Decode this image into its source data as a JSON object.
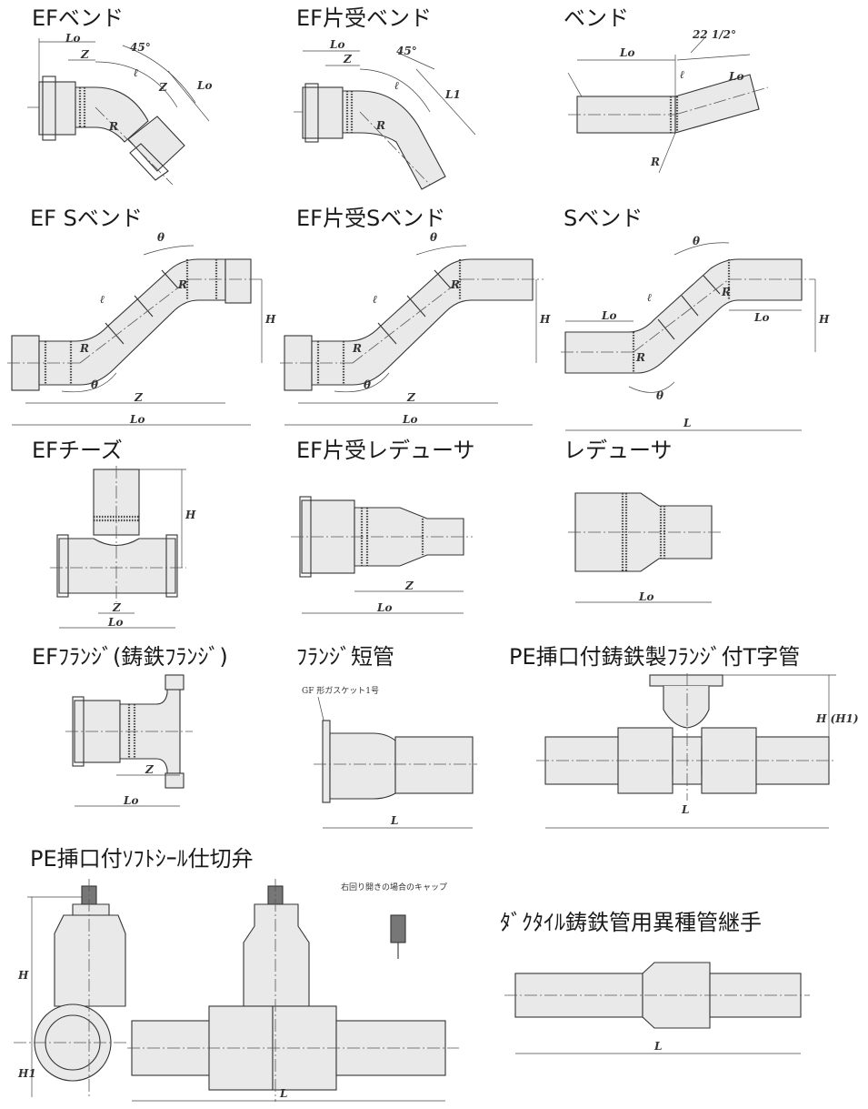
{
  "items": [
    {
      "title": "EFベンド",
      "labels": {
        "lo1": "Lo",
        "z1": "Z",
        "angle": "45°",
        "l": "ℓ",
        "z2": "Z",
        "lo2": "Lo",
        "r": "R"
      }
    },
    {
      "title": "EF片受ベンド",
      "labels": {
        "lo": "Lo",
        "z": "Z",
        "angle": "45°",
        "l": "ℓ",
        "l1": "L1",
        "r": "R"
      }
    },
    {
      "title": "ベンド",
      "labels": {
        "angle": "22 1/2°",
        "lo1": "Lo",
        "l": "ℓ",
        "lo2": "Lo",
        "r": "R"
      }
    },
    {
      "title": "EF Sベンド",
      "labels": {
        "theta1": "θ",
        "l": "ℓ",
        "r1": "R",
        "h": "H",
        "r2": "R",
        "theta2": "θ",
        "z": "Z",
        "lo": "Lo"
      }
    },
    {
      "title": "EF片受Sベンド",
      "labels": {
        "theta1": "θ",
        "l": "ℓ",
        "r1": "R",
        "h": "H",
        "r2": "R",
        "theta2": "θ",
        "z": "Z",
        "lo": "Lo"
      }
    },
    {
      "title": "Sベンド",
      "labels": {
        "theta1": "θ",
        "l": "ℓ",
        "r1": "R",
        "lo1": "Lo",
        "lo2": "Lo",
        "h": "H",
        "r2": "R",
        "theta2": "θ",
        "L": "L"
      }
    },
    {
      "title": "EFチーズ",
      "labels": {
        "h": "H",
        "z": "Z",
        "lo": "Lo"
      }
    },
    {
      "title": "EF片受レデューサ",
      "labels": {
        "z": "Z",
        "lo": "Lo"
      }
    },
    {
      "title": "レデューサ",
      "labels": {
        "lo": "Lo"
      }
    },
    {
      "title": "EFﾌﾗﾝｼﾞ(鋳鉄ﾌﾗﾝｼﾞ)",
      "labels": {
        "z": "Z",
        "lo": "Lo"
      }
    },
    {
      "title": "ﾌﾗﾝｼﾞ短管",
      "labels": {
        "gasket": "GF 形ガスケット1号",
        "L": "L"
      }
    },
    {
      "title": "PE挿口付鋳鉄製ﾌﾗﾝｼﾞ付T字管",
      "labels": {
        "h": "H (H1)",
        "L": "L"
      }
    },
    {
      "title": "PE挿口付ｿﾌﾄｼｰﾙ仕切弁",
      "labels": {
        "note": "右回り開きの場合のキャップ",
        "h": "H",
        "h1": "H1",
        "L": "L"
      }
    },
    {
      "title": "ﾀﾞｸﾀｲﾙ鋳鉄管用異種管継手",
      "labels": {
        "L": "L"
      }
    }
  ]
}
